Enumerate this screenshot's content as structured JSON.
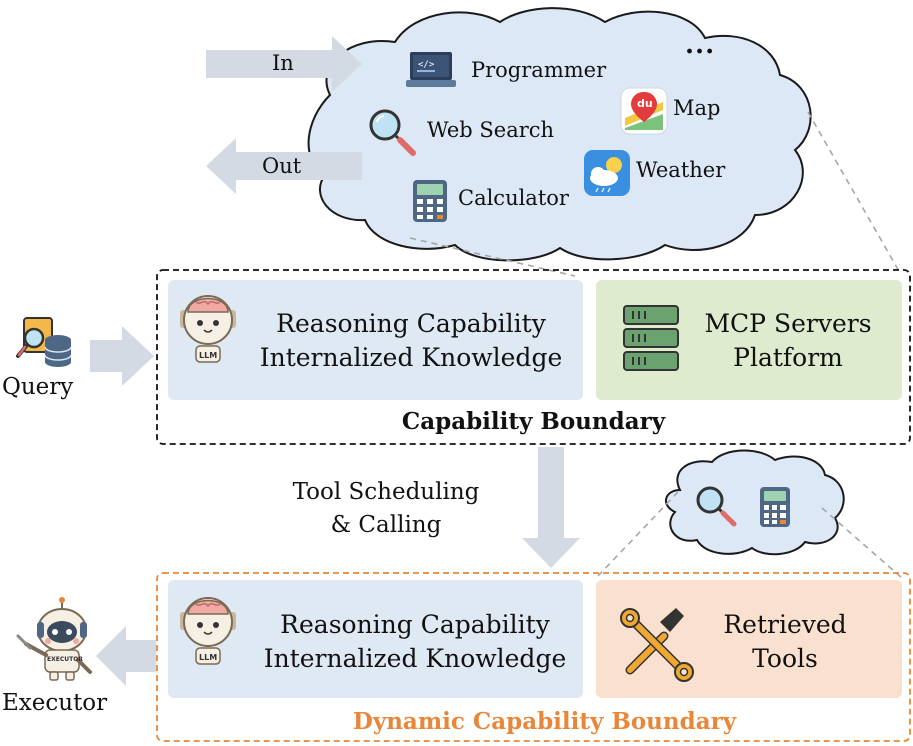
{
  "cloud": {
    "tools": [
      "Programmer",
      "Web Search",
      "Calculator",
      "Map",
      "Weather"
    ],
    "ellipsis": "...",
    "map_badge": "du"
  },
  "arrows": {
    "in": "In",
    "out": "Out"
  },
  "query": {
    "label": "Query"
  },
  "capability": {
    "reasoning_line1": "Reasoning Capability",
    "reasoning_line2": "Internalized Knowledge",
    "mcp_line1": "MCP Servers",
    "mcp_line2": "Platform",
    "boundary_label": "Capability Boundary"
  },
  "scheduling": {
    "line1": "Tool Scheduling",
    "line2": "& Calling"
  },
  "dynamic": {
    "reasoning_line1": "Reasoning Capability",
    "reasoning_line2": "Internalized Knowledge",
    "retrieved_line1": "Retrieved",
    "retrieved_line2": "Tools",
    "boundary_label": "Dynamic Capability Boundary"
  },
  "executor": {
    "label": "Executor",
    "badge": "EXECUTOR"
  },
  "robot_badge": "LLM",
  "colors": {
    "cloud_fill": "#dce8f5",
    "arrow": "#d3dae4",
    "reasoning_fill": "#dfe9f4",
    "mcp_fill": "#dfebcf",
    "retrieved_fill": "#fae1cf",
    "dynamic_accent": "#e8873a"
  }
}
